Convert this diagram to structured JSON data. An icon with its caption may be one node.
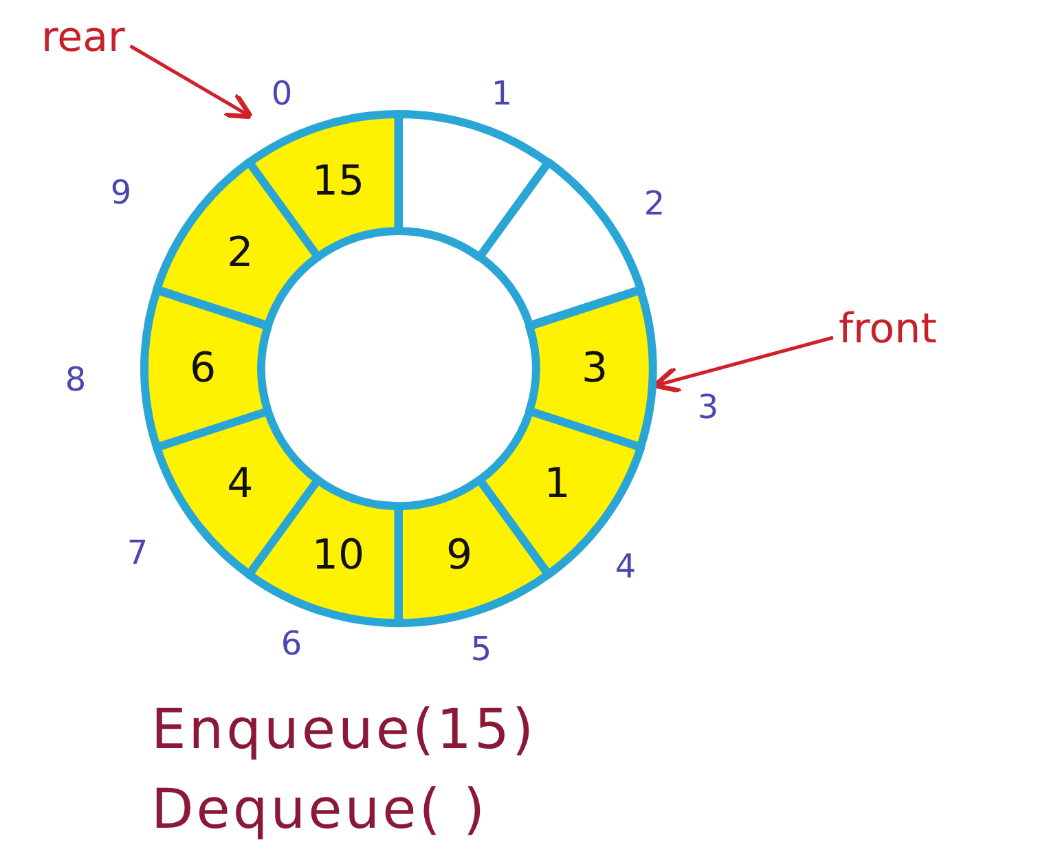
{
  "diagram": {
    "nodes": [
      {
        "text": [
          "15"
        ],
        "beside": [
          "0"
        ]
      },
      {
        "text": [],
        "shape": "box",
        "beside": [
          "1"
        ]
      },
      {
        "text": [],
        "shape": "box",
        "beside": [
          "2"
        ]
      },
      {
        "text": [
          "3"
        ],
        "beside": [
          "3"
        ]
      },
      {
        "text": [
          "1"
        ],
        "beside": [
          "4"
        ]
      },
      {
        "text": [
          "9"
        ],
        "beside": [
          "5"
        ]
      },
      {
        "text": [
          "10"
        ],
        "beside": [
          "6"
        ]
      },
      {
        "text": [
          "4"
        ],
        "beside": [
          "7"
        ]
      },
      {
        "text": [
          "6"
        ],
        "beside": [
          "8"
        ]
      },
      {
        "text": [
          "2"
        ],
        "beside": [
          "9"
        ]
      },
      {
        "text": [
          "rear"
        ]
      },
      {
        "text": [
          "front"
        ]
      }
    ],
    "edges": [
      {
        "from": 10,
        "to": 0,
        "arrow": "to",
        "color": "#d0202a"
      },
      {
        "from": 11,
        "to": 3,
        "arrow": "to",
        "color": "#d0202a"
      }
    ],
    "labels": [
      "Enqueue(15)",
      "Dequeue( )"
    ]
  }
}
